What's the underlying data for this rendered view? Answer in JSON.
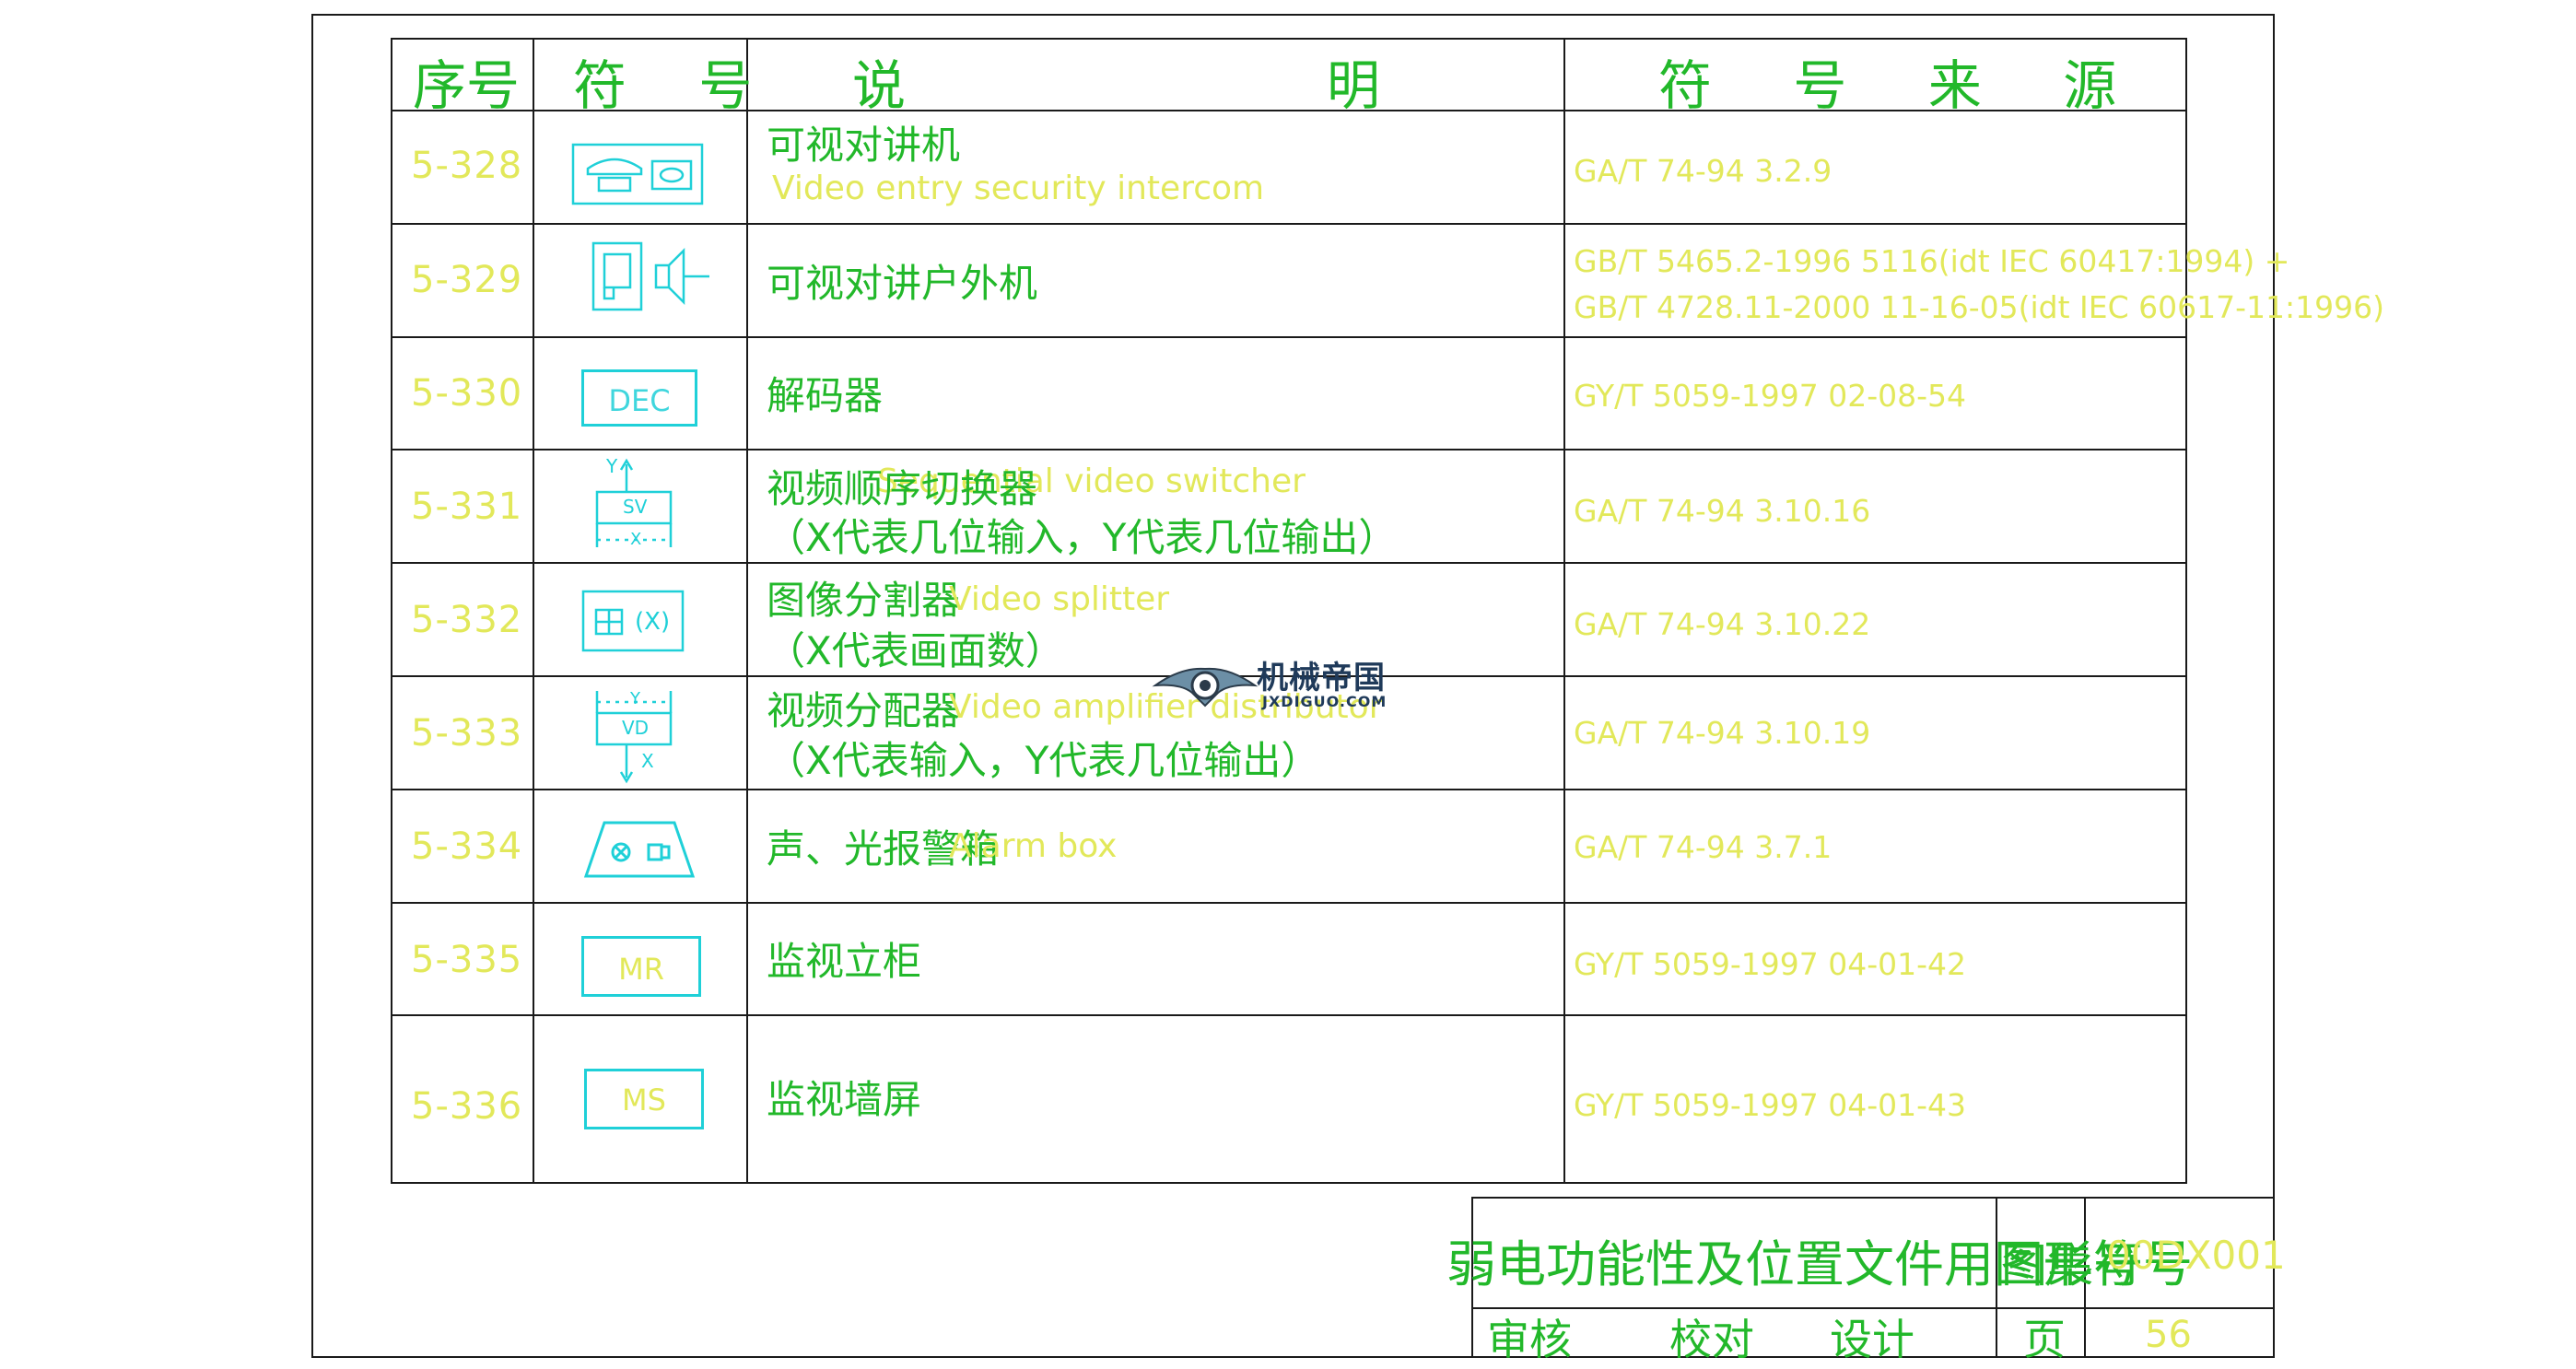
{
  "header": {
    "seq": "序号",
    "symbol": "符 号",
    "desc_1": "说",
    "desc_2": "明",
    "source": "符 号 来 源"
  },
  "rows": [
    {
      "seq": "5-328",
      "desc_cn": "可视对讲机",
      "desc_en": "Video entry security intercom",
      "source": [
        "GA/T 74-94 3.2.9"
      ]
    },
    {
      "seq": "5-329",
      "desc_cn": "可视对讲户外机",
      "desc_en": "",
      "source": [
        "GB/T 5465.2-1996 5116(idt IEC 60417:1994) +",
        "GB/T 4728.11-2000 11-16-05(idt IEC 60617-11:1996)"
      ]
    },
    {
      "seq": "5-330",
      "desc_cn": "解码器",
      "desc_en": "",
      "symbol_text": "DEC",
      "source": [
        "GY/T 5059-1997 02-08-54"
      ]
    },
    {
      "seq": "5-331",
      "desc_cn": "视频顺序切换器",
      "desc_cn_2": "（X代表几位输入，Y代表几位输出）",
      "desc_en": "Sequential video switcher",
      "symbol_text": "SV",
      "symbol_y": "Y",
      "symbol_x": "X",
      "source": [
        "GA/T 74-94 3.10.16"
      ]
    },
    {
      "seq": "5-332",
      "desc_cn": "图像分割器",
      "desc_cn_2": "（X代表画面数）",
      "desc_en": "Video splitter",
      "symbol_text": "(X)",
      "source": [
        "GA/T 74-94 3.10.22"
      ]
    },
    {
      "seq": "5-333",
      "desc_cn": "视频分配器",
      "desc_cn_2": "（X代表输入，Y代表几位输出）",
      "desc_en": "Video amplifier distributor",
      "symbol_text": "VD",
      "symbol_y": "Y",
      "symbol_x": "X",
      "source": [
        "GA/T 74-94 3.10.19"
      ]
    },
    {
      "seq": "5-334",
      "desc_cn": "声、光报警箱",
      "desc_en": "Alarm box",
      "source": [
        "GA/T 74-94 3.7.1"
      ]
    },
    {
      "seq": "5-335",
      "desc_cn": "监视立柜",
      "desc_en": "",
      "symbol_text": "MR",
      "source": [
        "GY/T 5059-1997 04-01-42"
      ]
    },
    {
      "seq": "5-336",
      "desc_cn": "监视墙屏",
      "desc_en": "",
      "symbol_text": "MS",
      "source": [
        "GY/T 5059-1997 04-01-43"
      ]
    }
  ],
  "watermark": {
    "cn": "机械帝国",
    "url": "JXDIGUO.COM"
  },
  "title_block": {
    "title": "弱电功能性及位置文件用图形符号",
    "atlas_label": "图集号",
    "atlas_no": "00DX001",
    "review": "审核",
    "check": "校对",
    "design": "设计",
    "page_label": "页",
    "page_no": "56"
  },
  "colors": {
    "chinese_text": "#22b82a",
    "latin_text": "#e2e85a",
    "symbols": "#1fd0d8",
    "lines": "#1a1a1a"
  }
}
